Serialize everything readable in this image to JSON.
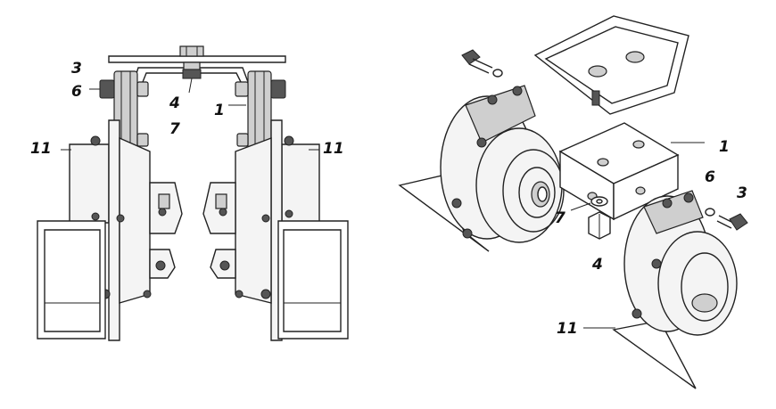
{
  "callouts": {
    "left": {
      "label_3": "3",
      "label_6": "6",
      "label_4": "4",
      "label_7": "7",
      "label_1": "1",
      "label_11_left": "11",
      "label_11_right": "11"
    },
    "right": {
      "label_1": "1",
      "label_6": "6",
      "label_3": "3",
      "label_7": "7",
      "label_4": "4",
      "label_11": "11"
    }
  },
  "colors": {
    "ink": "#222222",
    "paper": "#ffffff",
    "shade": "#cfcfcf"
  }
}
